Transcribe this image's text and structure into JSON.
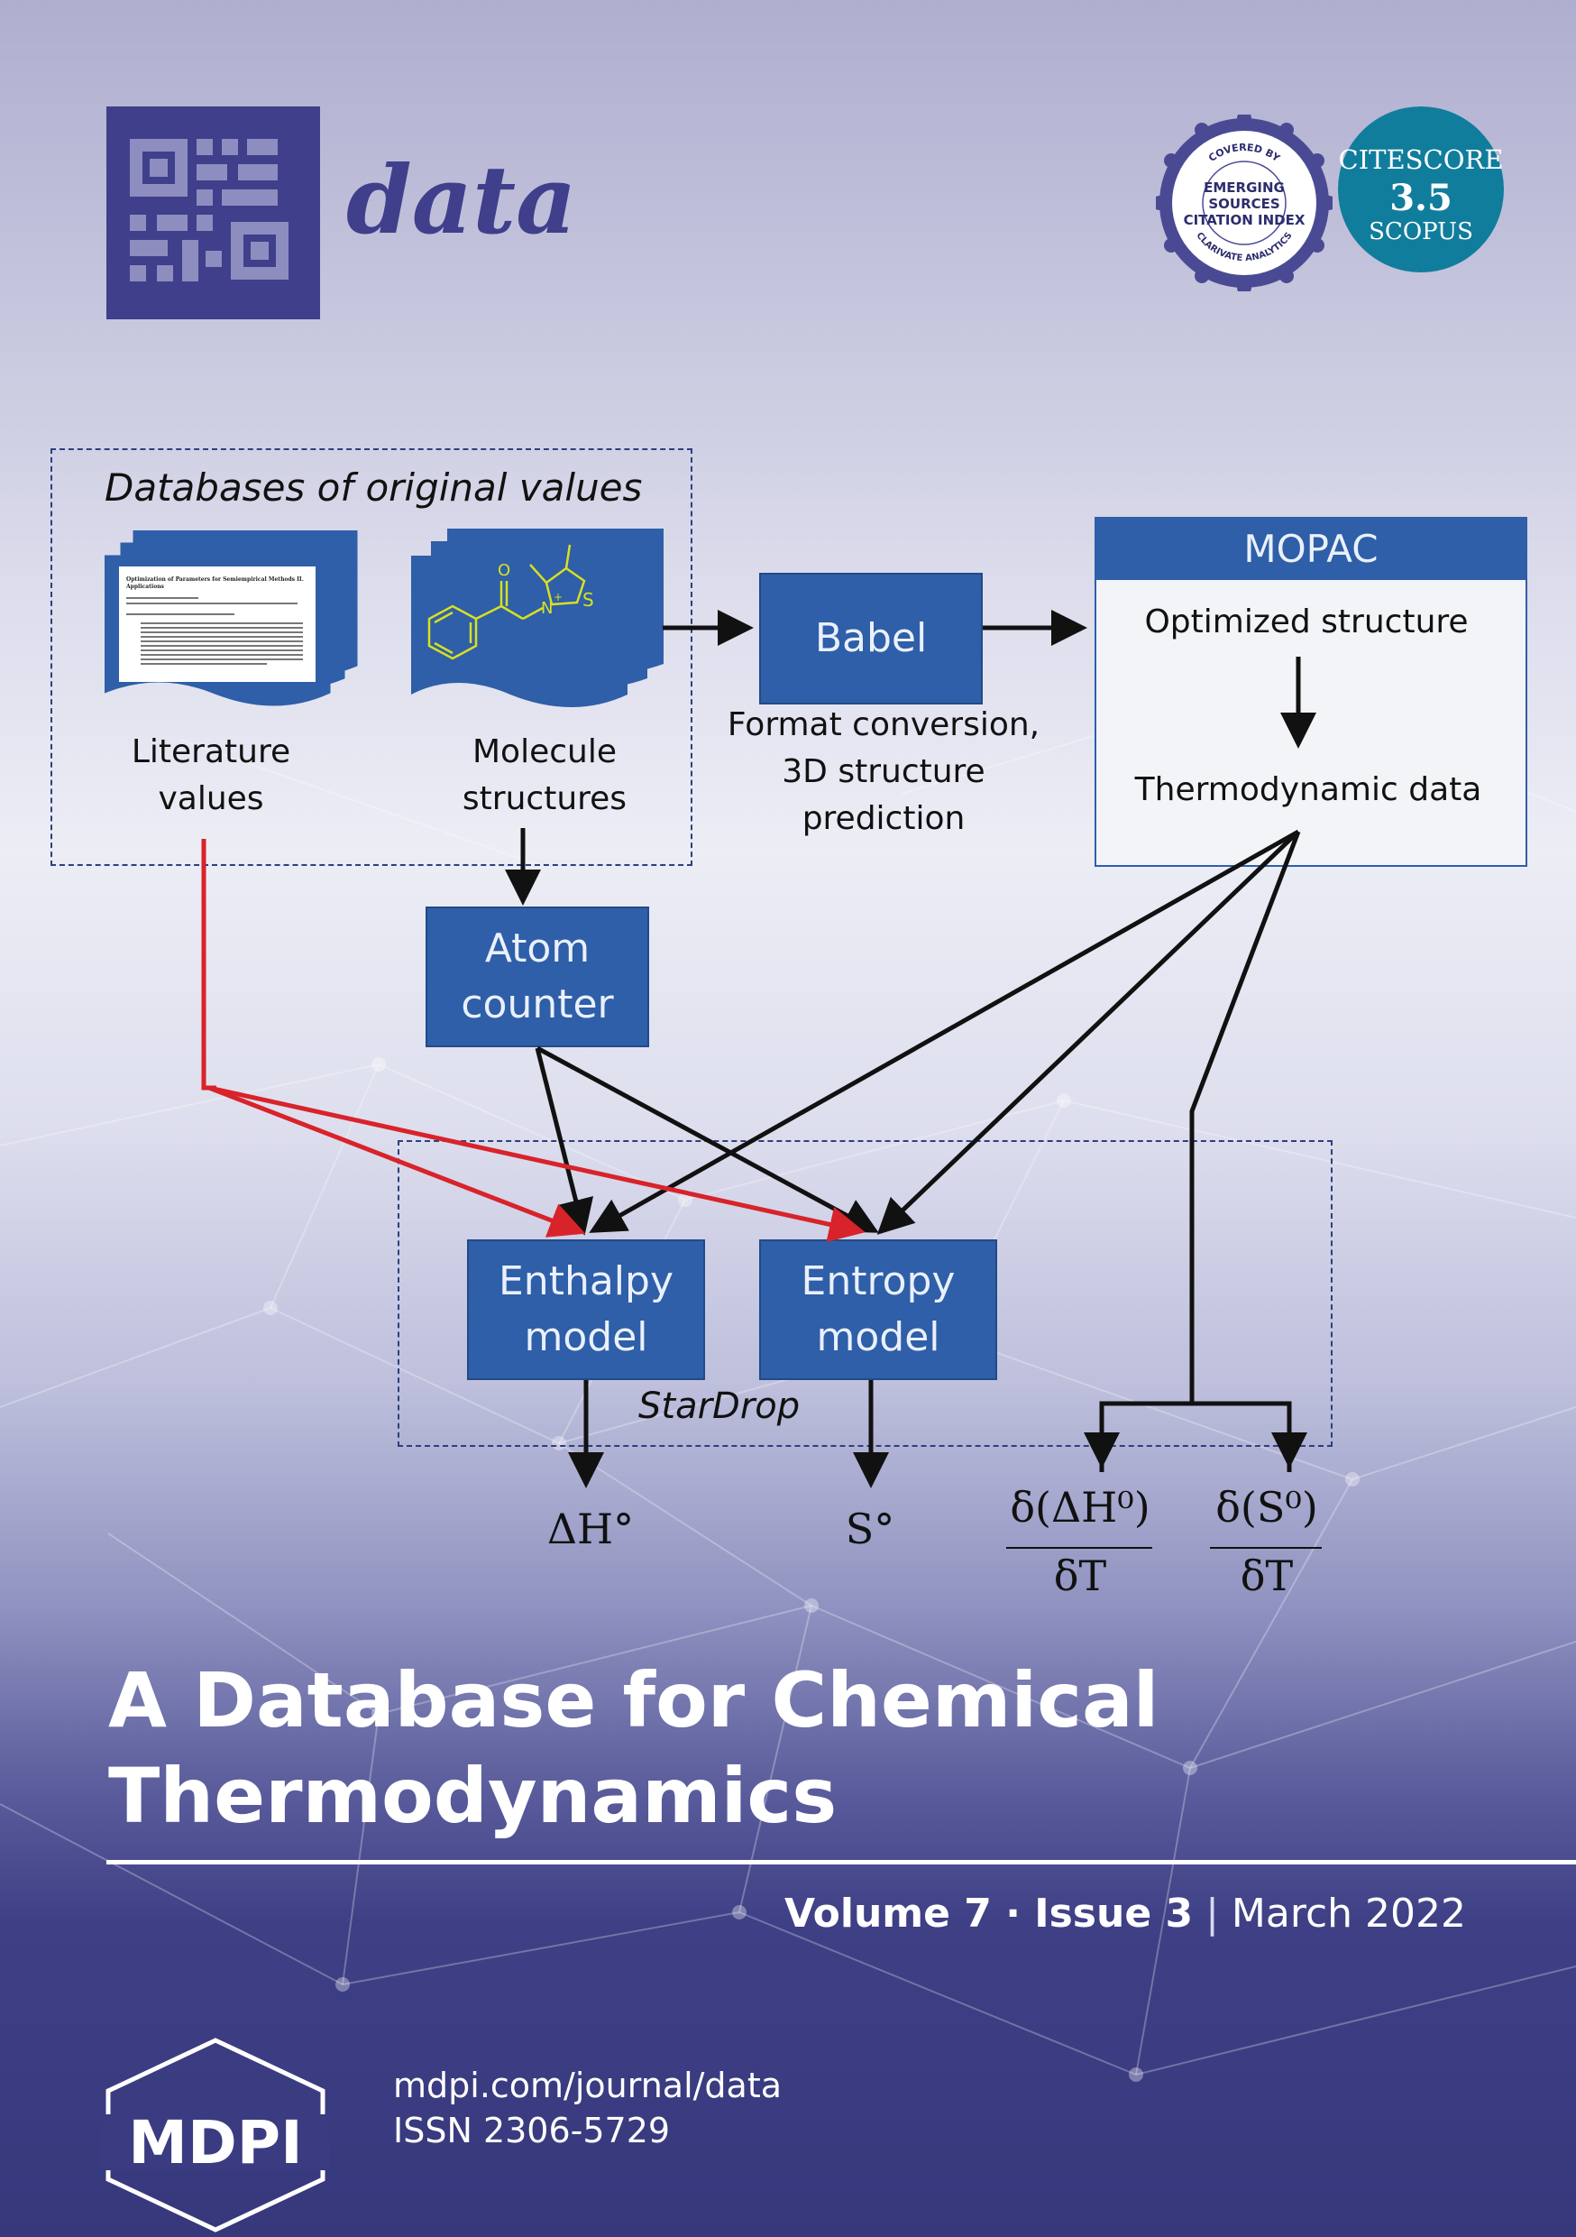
{
  "journal": {
    "name": "data"
  },
  "badges": {
    "esci": {
      "top": "COVERED BY",
      "line1": "EMERGING",
      "line2": "SOURCES",
      "line3": "CITATION INDEX",
      "bottom": "CLARIVATE ANALYTICS"
    },
    "citescore": {
      "label": "CITESCORE",
      "value": "3.5",
      "source": "SCOPUS"
    }
  },
  "diagram": {
    "databases_title": "Databases of original values",
    "literature_label_1": "Literature",
    "literature_label_2": "values",
    "molecule_label_1": "Molecule",
    "molecule_label_2": "structures",
    "babel": "Babel",
    "babel_desc_1": "Format conversion,",
    "babel_desc_2": "3D structure",
    "babel_desc_3": "prediction",
    "mopac": "MOPAC",
    "optimized_structure": "Optimized structure",
    "thermo_data": "Thermodynamic data",
    "atom_counter_1": "Atom",
    "atom_counter_2": "counter",
    "enthalpy_1": "Enthalpy",
    "enthalpy_2": "model",
    "entropy_1": "Entropy",
    "entropy_2": "model",
    "stardrop": "StarDrop",
    "out_enthalpy": "ΔH°",
    "out_entropy": "S°",
    "out_denthalpy_num": "δ(ΔH⁰)",
    "out_denthalpy_den": "δT",
    "out_dentropy_num": "δ(S⁰)",
    "out_dentropy_den": "δT",
    "molecule_atom_S": "S",
    "molecule_atom_N": "N",
    "molecule_atom_O": "O",
    "molecule_charge": "+",
    "doc_paper_title": "Optimization of Parameters for Semiempirical Methods II. Applications"
  },
  "title": {
    "line1": "A Database for Chemical",
    "line2": "Thermodynamics"
  },
  "issue": {
    "volume": "Volume 7",
    "issue": "Issue 3",
    "date": "March 2022"
  },
  "footer": {
    "publisher": "MDPI",
    "url": "mdpi.com/journal/data",
    "issn": "ISSN 2306-5729"
  },
  "colors": {
    "brand": "#3f3f8c",
    "box": "#2e5fa8",
    "citescore": "#117d9c",
    "red_arrow": "#d8232a"
  }
}
